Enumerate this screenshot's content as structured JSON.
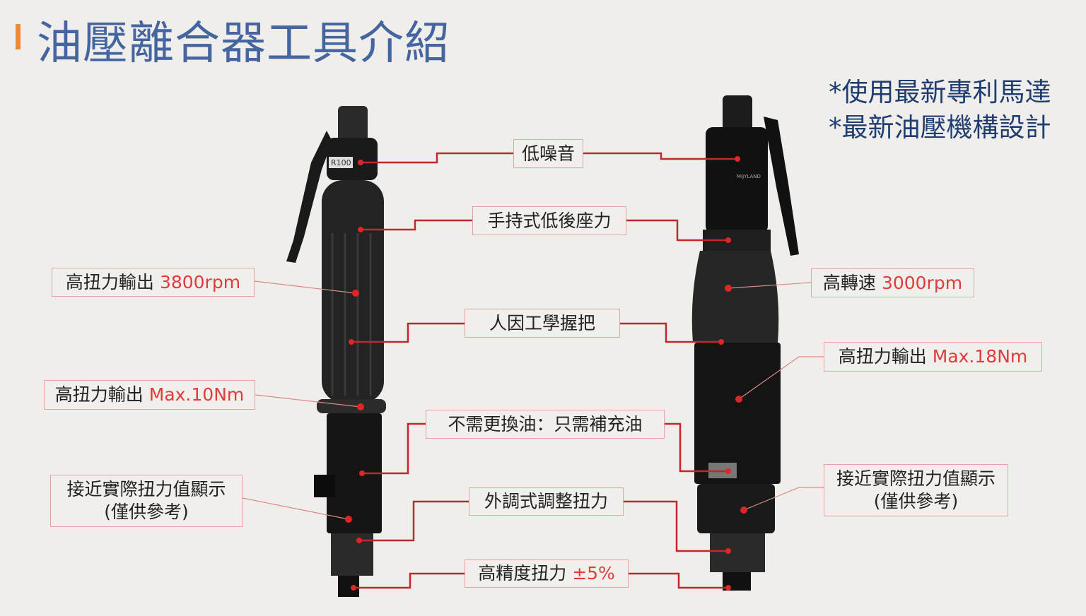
{
  "title": "油壓離合器工具介紹",
  "notes": [
    "*使用最新專利馬達",
    "*最新油壓機構設計"
  ],
  "center_labels": [
    {
      "text": "低噪音"
    },
    {
      "text": "手持式低後座力"
    },
    {
      "text": "人因工學握把"
    },
    {
      "text": "不需更換油：只需補充油"
    },
    {
      "text": "外調式調整扭力"
    },
    {
      "text": "高精度扭力",
      "highlight": "±5%"
    }
  ],
  "left_labels": [
    {
      "text": "高扭力輸出",
      "highlight": "3800rpm"
    },
    {
      "text": "高扭力輸出",
      "highlight": "Max.10Nm"
    },
    {
      "text": "接近實際扭力值顯示",
      "text2": "(僅供參考)"
    }
  ],
  "right_labels": [
    {
      "text": "高轉速",
      "highlight": "3000rpm"
    },
    {
      "text": "高扭力輸出",
      "highlight": "Max.18Nm"
    },
    {
      "text": "接近實際扭力值顯示",
      "text2": "(僅供參考)"
    }
  ],
  "tool_markings": {
    "left": "R100",
    "right": "MIJYLAND"
  },
  "colors": {
    "title": "#44659f",
    "accent_bar": "#f08a30",
    "notes": "#203d72",
    "connector": "#c0282e",
    "highlight": "#e03a3a"
  }
}
